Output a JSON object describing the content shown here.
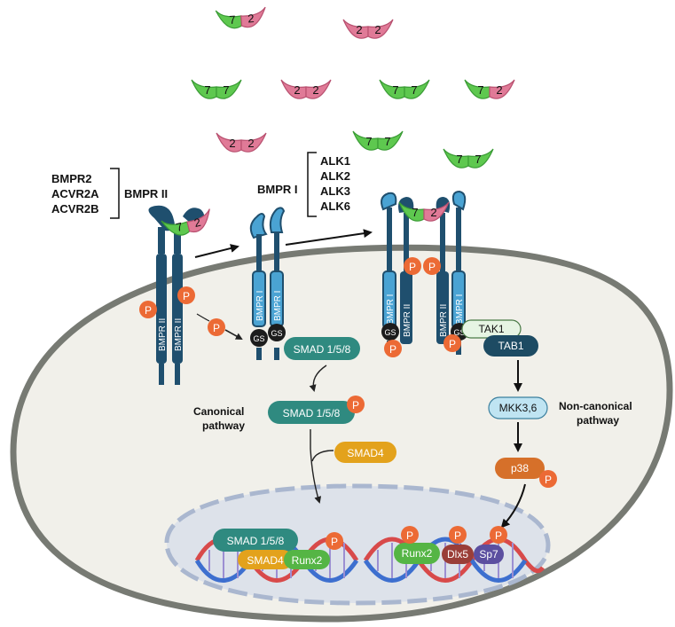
{
  "ligands": {
    "left_label": "7",
    "right_label": "2",
    "colors": {
      "bmp7": "#5ec84f",
      "bmp2": "#e07a97"
    }
  },
  "receptors": {
    "type2_members": [
      "BMPR2",
      "ACVR2A",
      "ACVR2B"
    ],
    "type2_group": "BMPR II",
    "type1_group": "BMPR I",
    "type1_members": [
      "ALK1",
      "ALK2",
      "ALK3",
      "ALK6"
    ],
    "bmpr2_bar": "BMPR II",
    "bmpr1_bar": "BMPR I",
    "gs": "GS"
  },
  "phospho": "P",
  "canonical": {
    "smad158": "SMAD 1/5/8",
    "smad4": "SMAD4",
    "label_line1": "Canonical",
    "label_line2": "pathway"
  },
  "non_canonical": {
    "tak1": "TAK1",
    "tab1": "TAB1",
    "mkk": "MKK3,6",
    "p38": "p38",
    "label_line1": "Non-canonical",
    "label_line2": "pathway"
  },
  "nucleus": {
    "runx2": "Runx2",
    "dlx5": "Dlx5",
    "sp7": "Sp7"
  },
  "colors": {
    "cell_fill": "#f1f0ea",
    "cell_stroke": "#777a73",
    "nucleus_fill": "#dde2ea",
    "nucleus_stroke": "#aab7cf",
    "receptor_dark": "#1f4f6e",
    "receptor_light": "#4aa3d3",
    "phospho": "#ec6a35",
    "smad158": "#2f8a80",
    "smad4": "#e3a21c",
    "tak1": "#e6f4e3",
    "tab1": "#1d4b63",
    "mkk": "#bfe4f2",
    "p38": "#d6702a",
    "runx2": "#55b545",
    "dlx5": "#9a3e38",
    "sp7": "#5b4fa0"
  }
}
